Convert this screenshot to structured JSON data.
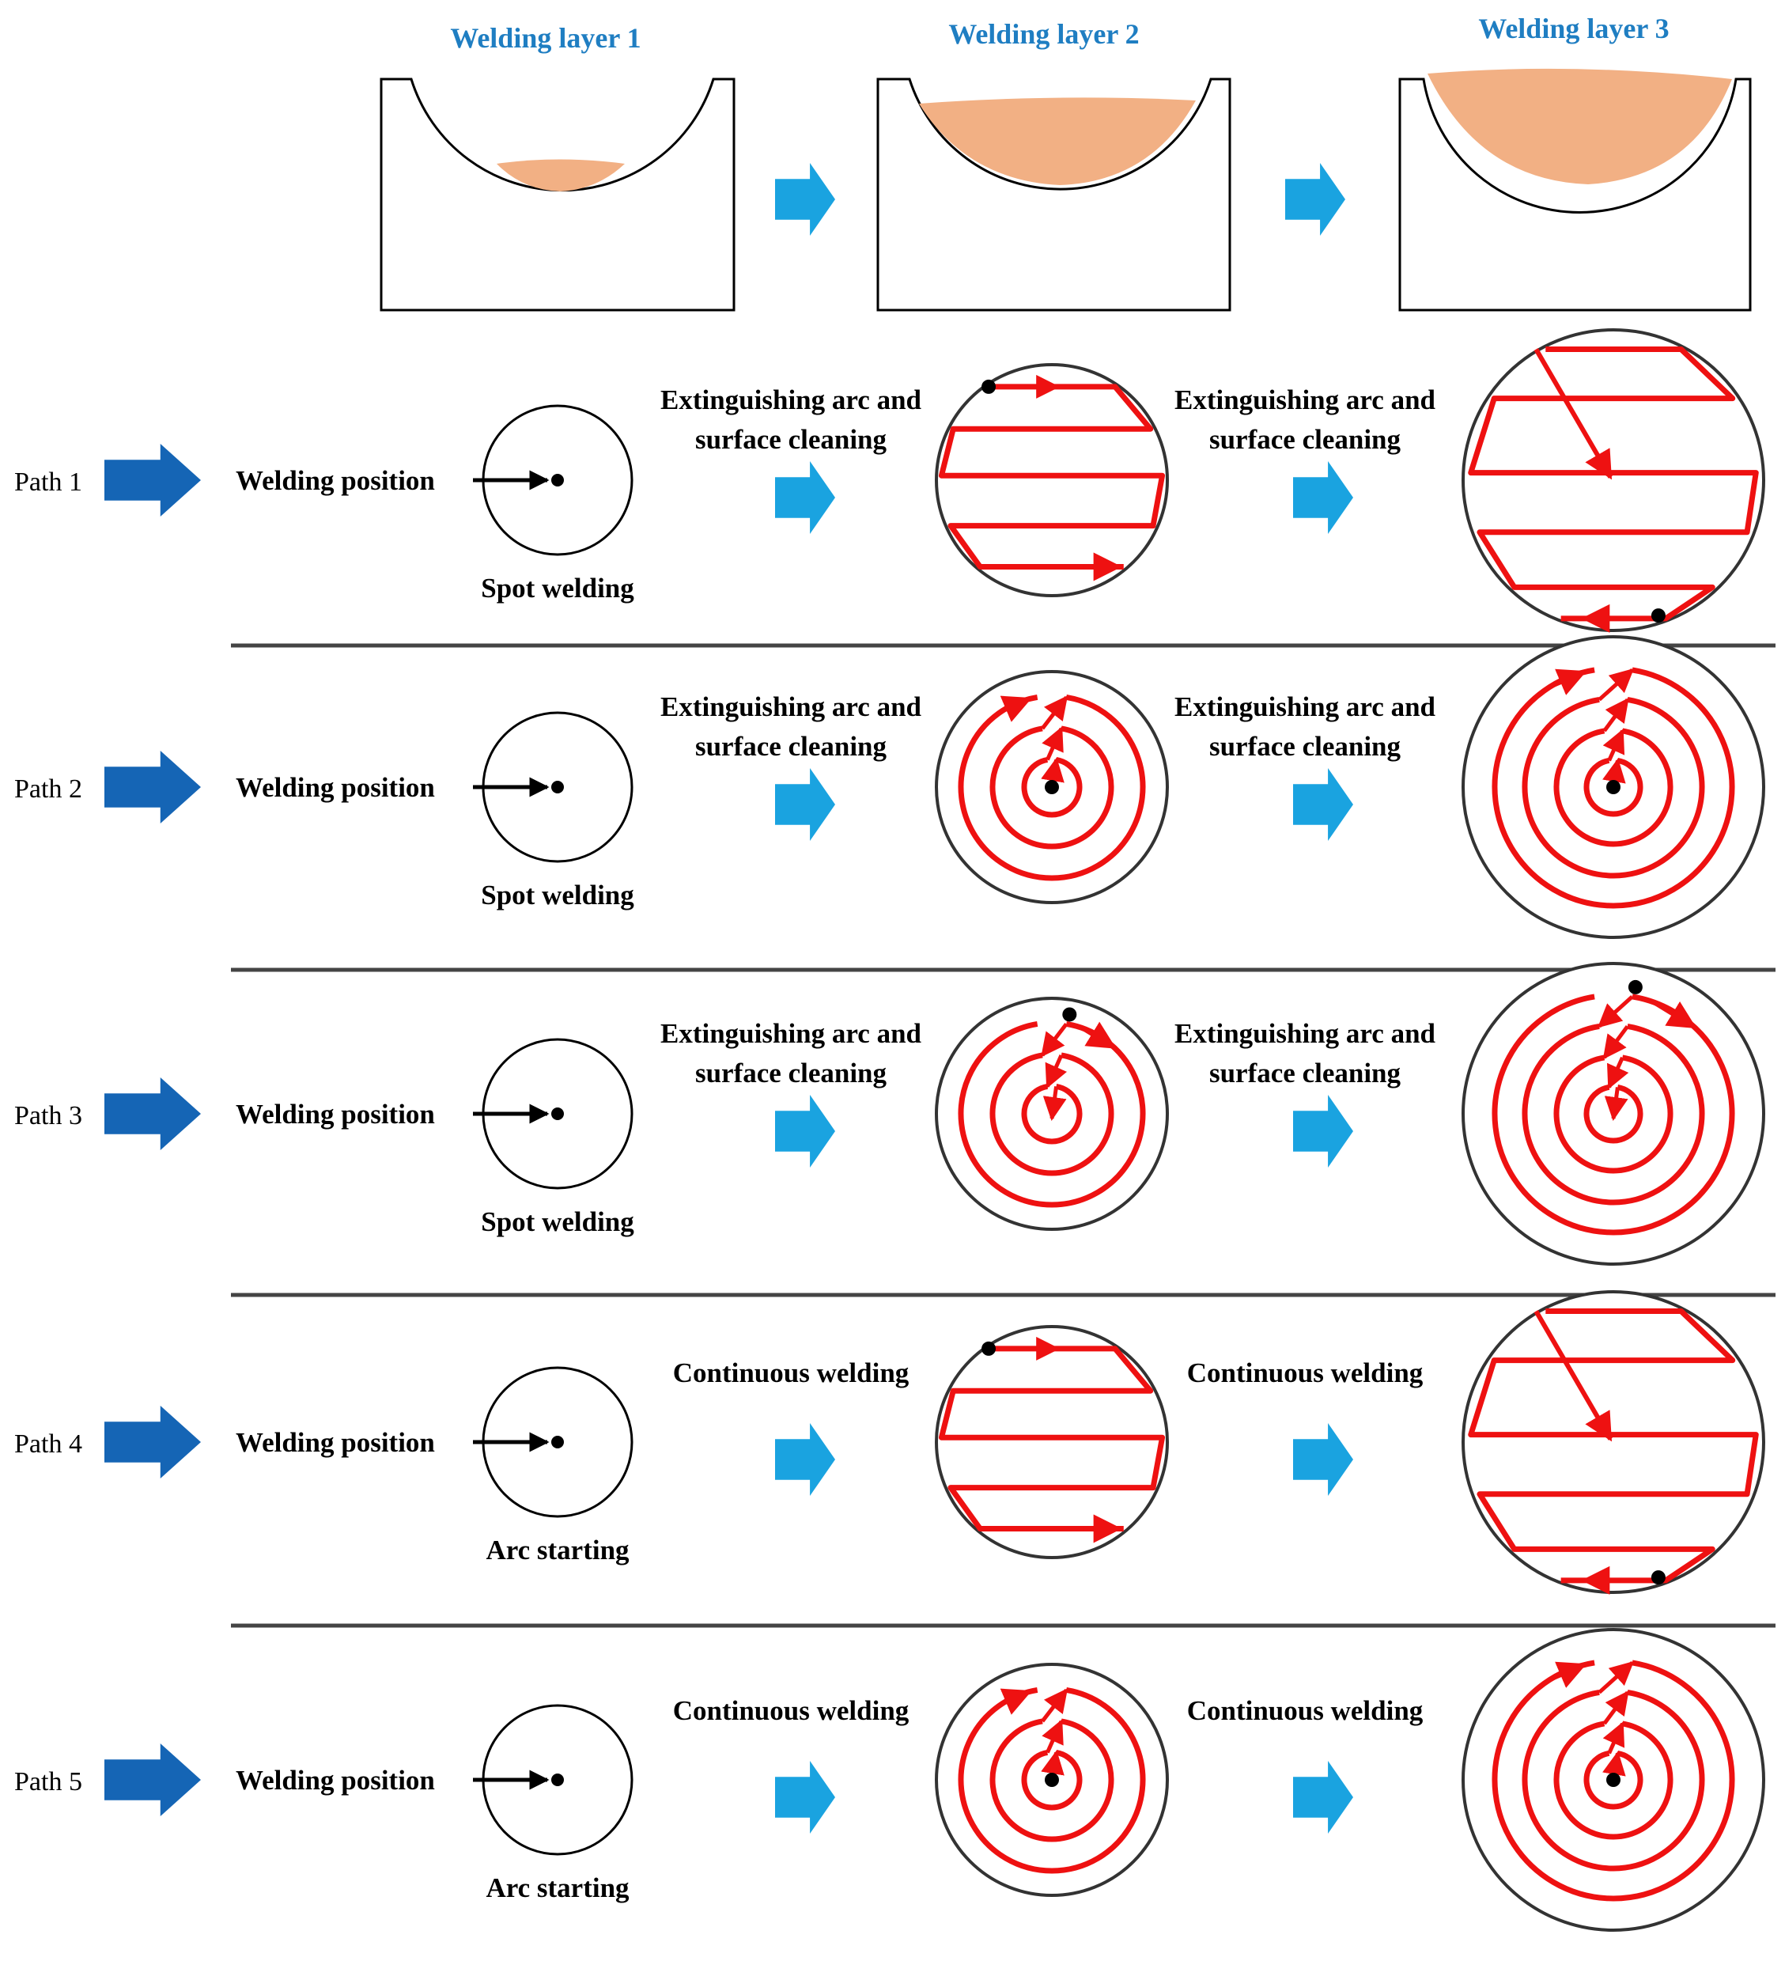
{
  "colors": {
    "layer_title": "#1f7ec2",
    "weld_fill": "#f2b084",
    "process_arrow": "#1aa3e0",
    "path_arrow": "#1565b5",
    "trace": "#ee1111",
    "outline": "#333333",
    "divider": "#444444"
  },
  "layers": [
    {
      "title": "Welding layer 1"
    },
    {
      "title": "Welding layer 2"
    },
    {
      "title": "Welding layer 3"
    }
  ],
  "paths": [
    {
      "label": "Path 1",
      "start_label": "Welding position",
      "start_caption": "Spot welding",
      "step_label_1": [
        "Extinguishing arc and",
        "surface cleaning"
      ],
      "step_label_2": [
        "Extinguishing arc and",
        "surface cleaning"
      ],
      "pattern": "raster"
    },
    {
      "label": "Path 2",
      "start_label": "Welding position",
      "start_caption": "Spot welding",
      "step_label_1": [
        "Extinguishing arc and",
        "surface cleaning"
      ],
      "step_label_2": [
        "Extinguishing arc and",
        "surface cleaning"
      ],
      "pattern": "spiral-outward"
    },
    {
      "label": "Path 3",
      "start_label": "Welding position",
      "start_caption": "Spot welding",
      "step_label_1": [
        "Extinguishing arc and",
        "surface cleaning"
      ],
      "step_label_2": [
        "Extinguishing arc and",
        "surface cleaning"
      ],
      "pattern": "spiral-inward"
    },
    {
      "label": "Path 4",
      "start_label": "Welding position",
      "start_caption": "Arc starting",
      "step_label_1": [
        "Continuous welding"
      ],
      "step_label_2": [
        "Continuous welding"
      ],
      "pattern": "raster"
    },
    {
      "label": "Path 5",
      "start_label": "Welding position",
      "start_caption": "Arc starting",
      "step_label_1": [
        "Continuous welding"
      ],
      "step_label_2": [
        "Continuous welding"
      ],
      "pattern": "spiral-outward"
    }
  ]
}
